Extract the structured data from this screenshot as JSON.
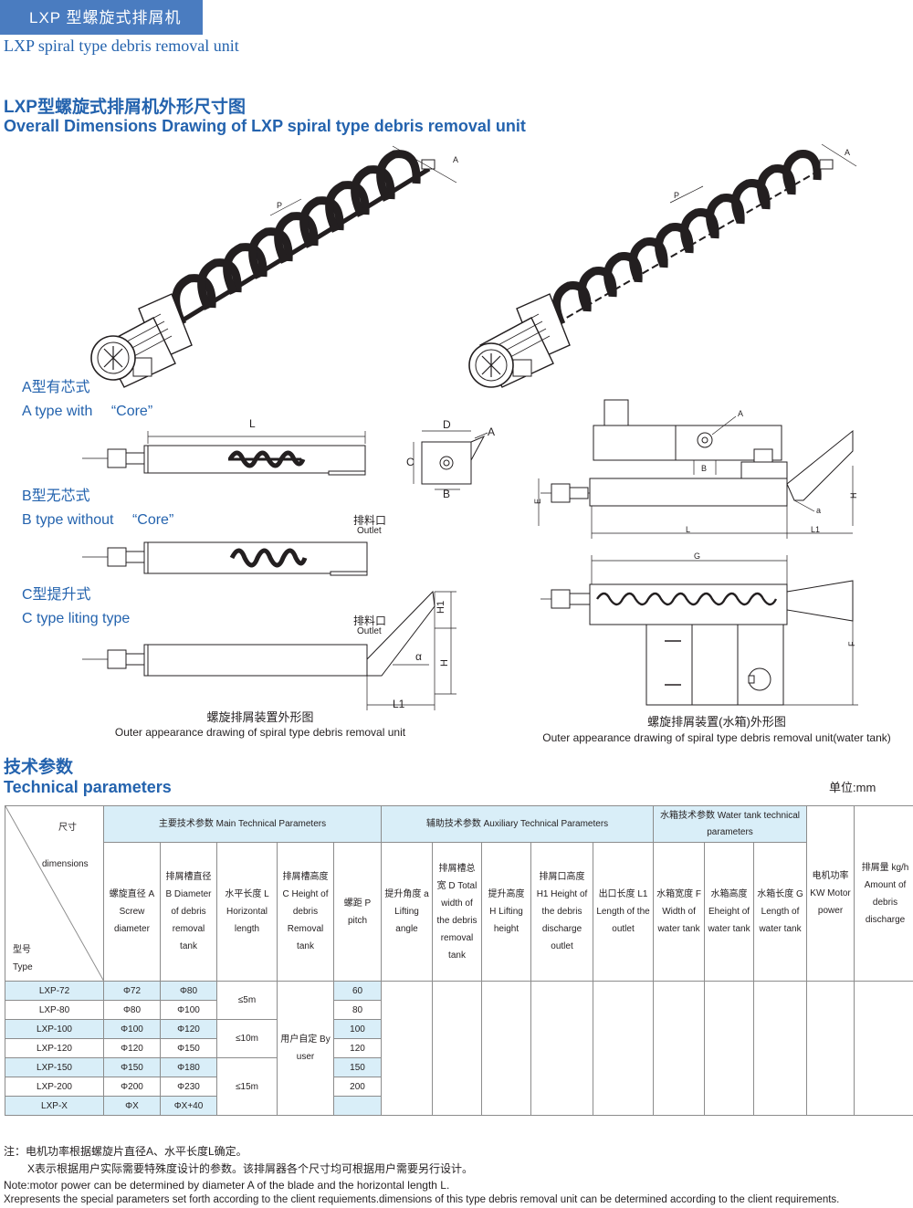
{
  "header": {
    "tab_title": "LXP 型螺旋式排屑机",
    "subtitle_en": "LXP spiral type debris removal unit"
  },
  "dimensions_section": {
    "title_cn": "LXP型螺旋式排屑机外形尺寸图",
    "title_en": "Overall Dimensions Drawing of LXP spiral type debris removal unit"
  },
  "types": {
    "a_cn": "A型有芯式",
    "a_en": "A type with 　“Core”",
    "b_cn": "B型无芯式",
    "b_en": "B type without 　“Core”",
    "c_cn": "C型提升式",
    "c_en": "C type liting type"
  },
  "drawing_labels": {
    "A": "A",
    "P": "P",
    "L": "L",
    "D": "D",
    "B": "B",
    "C": "C",
    "H": "H",
    "H1": "H1",
    "L1": "L1",
    "E": "E",
    "G": "G",
    "F": "F",
    "alpha": "α",
    "a": "a",
    "outlet_cn": "排料口",
    "outlet_en": "Outlet"
  },
  "captions": {
    "left_cn": "螺旋排屑装置外形图",
    "left_en": "Outer appearance drawing of spiral type debris removal unit",
    "right_cn": "螺旋排屑装置(水箱)外形图",
    "right_en": "Outer appearance drawing of spiral type debris removal unit(water tank)"
  },
  "tech_section": {
    "title_cn": "技术参数",
    "title_en": "Technical parameters",
    "unit": "单位:mm"
  },
  "table": {
    "corner": {
      "top": "尺寸",
      "mid": "dimensions",
      "bottom_cn": "型号",
      "bottom_en": "Type"
    },
    "groups": {
      "main": "主要技术参数  Main Technical Parameters",
      "aux": "辅助技术参数  Auxiliary Technical Parameters",
      "tank": "水箱技术参数    Water tank technical parameters",
      "power": "电机功率 KW Motor power",
      "discharge": "排屑量 kg/h Amount of debris discharge"
    },
    "columns": [
      "螺旋直径 A Screw diameter",
      "排屑槽直径 B Diameter of debris removal tank",
      "水平长度 L Horizontal length",
      "排屑槽高度 C Height of debris Removal tank",
      "螺距 P pitch",
      "提升角度 a Lifting angle",
      "排屑槽总宽 D Total width of the debris removal tank",
      "提升高度 H Lifting height",
      "排屑口高度 H1 Height of the debris discharge outlet",
      "出口长度 L1 Length of the outlet",
      "水箱宽度 F Width of water tank",
      "水箱高度 Eheight of water tank",
      "水箱长度 G Length of water tank"
    ],
    "rows": [
      {
        "type": "LXP-72",
        "a": "Φ72",
        "b": "Φ80",
        "p": "60"
      },
      {
        "type": "LXP-80",
        "a": "Φ80",
        "b": "Φ100",
        "p": "80"
      },
      {
        "type": "LXP-100",
        "a": "Φ100",
        "b": "Φ120",
        "p": "100"
      },
      {
        "type": "LXP-120",
        "a": "Φ120",
        "b": "Φ150",
        "p": "120"
      },
      {
        "type": "LXP-150",
        "a": "Φ150",
        "b": "Φ180",
        "p": "150"
      },
      {
        "type": "LXP-200",
        "a": "Φ200",
        "b": "Φ230",
        "p": "200"
      },
      {
        "type": "LXP-X",
        "a": "ΦX",
        "b": "ΦX+40",
        "p": ""
      }
    ],
    "length_groups": [
      "≤5m",
      "≤10m",
      "≤15m"
    ],
    "height_c": "用户自定 By user"
  },
  "notes": {
    "cn1": "注：电机功率根据螺旋片直径A、水平长度L确定。",
    "cn2": "X表示根据用户实际需要特殊度设计的参数。该排屑器各个尺寸均可根据用户需要另行设计。",
    "en1": "Note:motor power can be determined by diameter A of the blade and the horizontal length L.",
    "en2": "Xrepresents the special parameters set forth according to the client requiements.dimensions of this type debris removal unit can be determined according to the client requirements."
  },
  "colors": {
    "accent": "#2463ae",
    "tab_bg": "#4a7cc0",
    "table_header_bg": "#d9eef8"
  }
}
